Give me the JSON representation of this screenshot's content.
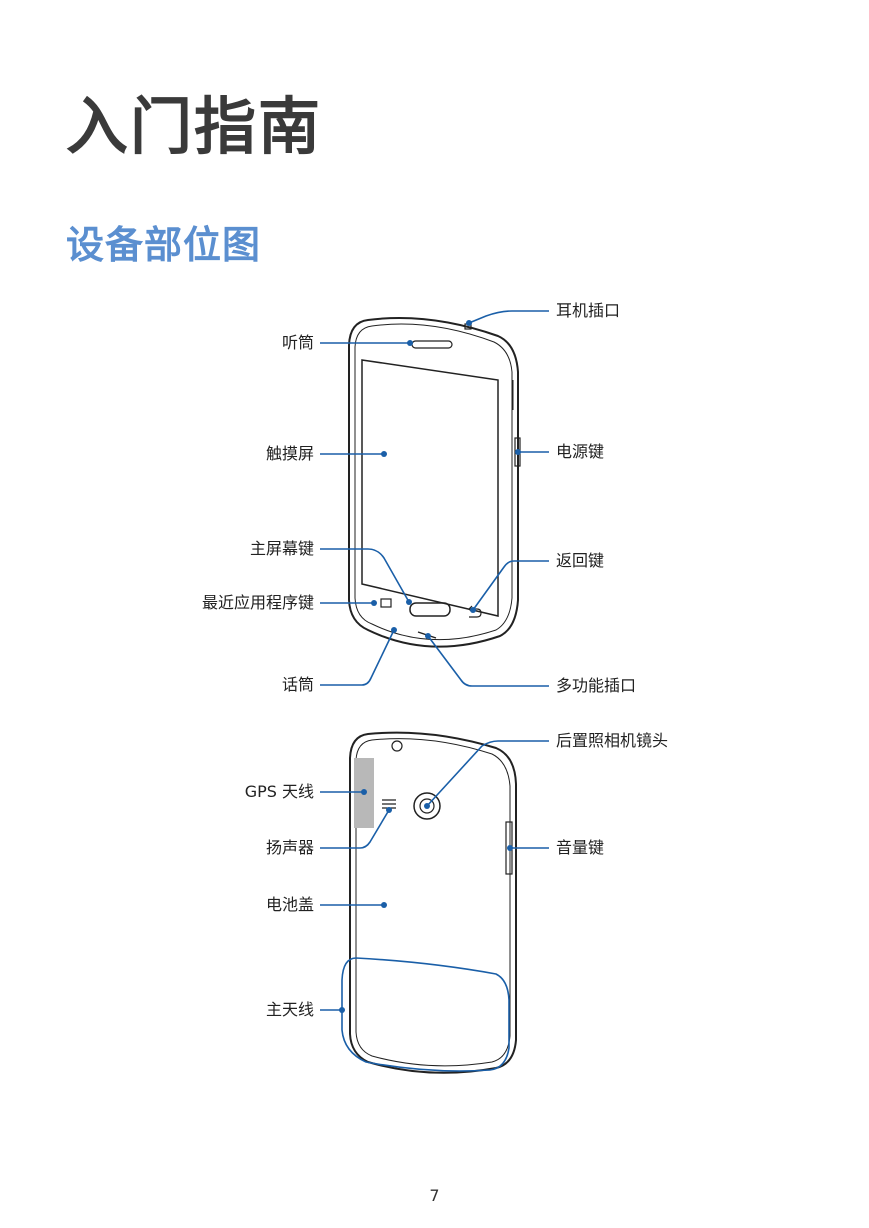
{
  "chapter_title": "入门指南",
  "section_title": "设备部位图",
  "front_labels": {
    "earpiece": "听筒",
    "touchscreen": "触摸屏",
    "home_key": "主屏幕键",
    "recent_apps_key": "最近应用程序键",
    "microphone": "话筒",
    "headset_jack": "耳机插口",
    "power_key": "电源键",
    "back_key": "返回键",
    "multipurpose_jack": "多功能插口"
  },
  "back_labels": {
    "gps_antenna": "GPS 天线",
    "speaker": "扬声器",
    "battery_cover": "电池盖",
    "main_antenna": "主天线",
    "rear_camera": "后置照相机镜头",
    "volume_key": "音量键"
  },
  "colors": {
    "callout": "#1a5fa8",
    "section_title": "#5b8fd0",
    "phone_outline": "#222222"
  },
  "page_number": "7"
}
